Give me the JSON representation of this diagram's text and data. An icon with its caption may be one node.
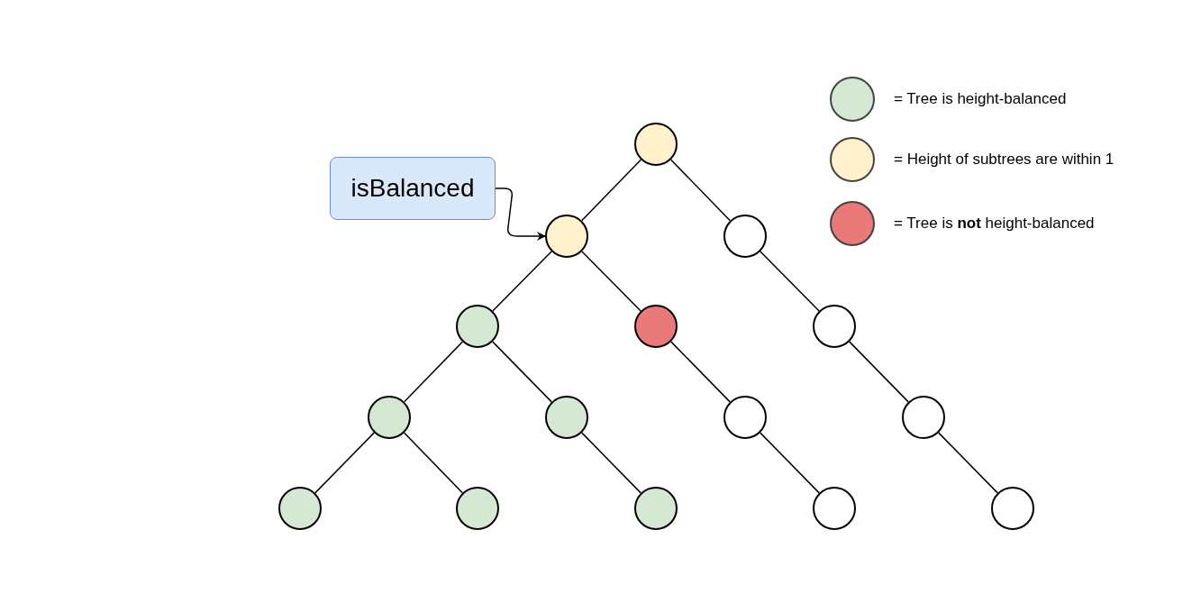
{
  "diagram": {
    "nodes": [
      {
        "text": [],
        "shape": "circle"
      },
      {
        "text": [],
        "shape": "circle"
      },
      {
        "text": [],
        "shape": "circle"
      },
      {
        "text": [],
        "shape": "circle"
      },
      {
        "text": [],
        "shape": "circle"
      },
      {
        "text": [],
        "shape": "circle"
      },
      {
        "text": [],
        "shape": "circle"
      },
      {
        "text": [],
        "shape": "circle"
      },
      {
        "text": [],
        "shape": "circle"
      },
      {
        "text": [],
        "shape": "circle"
      },
      {
        "text": [],
        "shape": "circle"
      },
      {
        "text": [],
        "shape": "circle"
      },
      {
        "text": [],
        "shape": "circle"
      },
      {
        "text": [],
        "shape": "circle"
      },
      {
        "text": [],
        "shape": "circle"
      },
      {
        "text": [
          "isBalanced"
        ]
      }
    ],
    "edges": [
      {
        "from": 0,
        "to": 1,
        "arrow": "none"
      },
      {
        "from": 0,
        "to": 2,
        "arrow": "none"
      },
      {
        "from": 1,
        "to": 3,
        "arrow": "none"
      },
      {
        "from": 1,
        "to": 4,
        "arrow": "none"
      },
      {
        "from": 2,
        "to": 5,
        "arrow": "none"
      },
      {
        "from": 3,
        "to": 6,
        "arrow": "none"
      },
      {
        "from": 3,
        "to": 7,
        "arrow": "none"
      },
      {
        "from": 4,
        "to": 8,
        "arrow": "none"
      },
      {
        "from": 5,
        "to": 9,
        "arrow": "none"
      },
      {
        "from": 6,
        "to": 10,
        "arrow": "none"
      },
      {
        "from": 6,
        "to": 11,
        "arrow": "none"
      },
      {
        "from": 7,
        "to": 12,
        "arrow": "none"
      },
      {
        "from": 8,
        "to": 13,
        "arrow": "none"
      },
      {
        "from": 9,
        "to": 14,
        "arrow": "none"
      },
      {
        "from": 15,
        "to": 1,
        "arrow": "to"
      }
    ],
    "legend": [
      {
        "text": "= Tree is height-balanced",
        "color": "#d5e8d4"
      },
      {
        "text": "= Height of subtrees are within 1",
        "color": "#fff2cc"
      },
      {
        "text": "= Tree is **not** height-balanced",
        "color": "#ea7a7a"
      }
    ]
  }
}
